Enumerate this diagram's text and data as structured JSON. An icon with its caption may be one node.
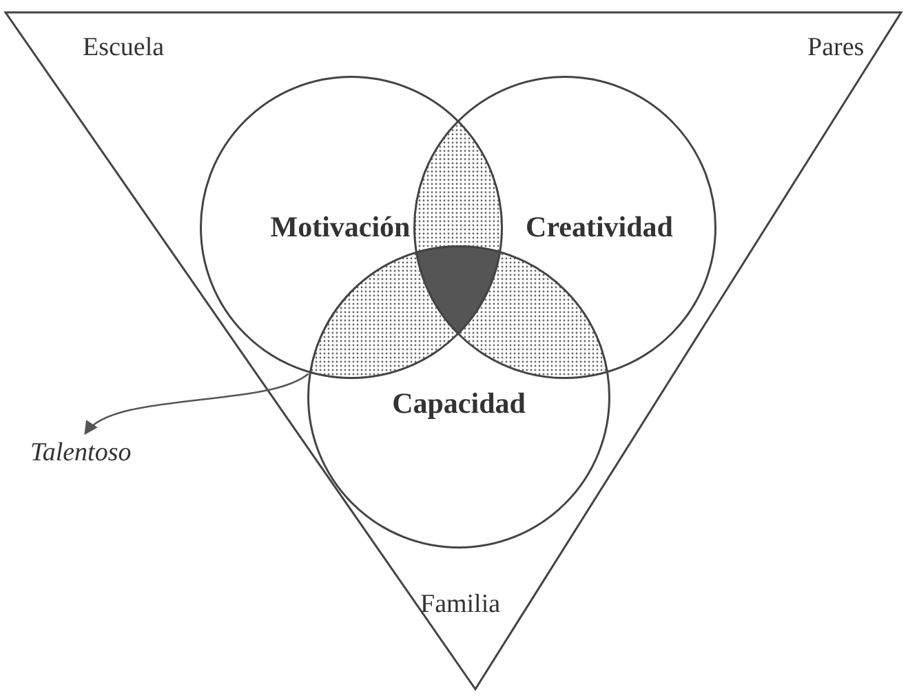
{
  "diagram": {
    "nodes": [
      {
        "text": [
          "Escuela",
          "Pares",
          "Familia"
        ]
      },
      {
        "text": [
          "Motivación"
        ],
        "in": 0
      },
      {
        "text": [
          "Creatividad"
        ],
        "in": 0
      },
      {
        "text": [
          "Capacidad"
        ],
        "in": 0
      },
      {
        "text": [
          "Talentoso"
        ]
      },
      {
        "text": [],
        "shape": "lens"
      }
    ],
    "edges": [
      {
        "from": 5,
        "to": 4,
        "arrow": "to"
      }
    ]
  }
}
